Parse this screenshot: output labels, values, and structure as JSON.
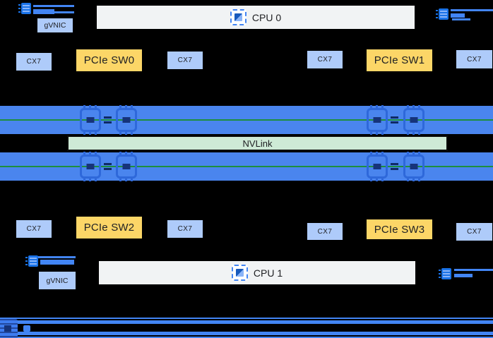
{
  "labels": {
    "cpu0": "CPU 0",
    "cpu1": "CPU 1",
    "nvlink": "NVLink",
    "pcie_sw0": "PCIe SW0",
    "pcie_sw1": "PCIe SW1",
    "pcie_sw2": "PCIe SW2",
    "pcie_sw3": "PCIe SW3",
    "cx7": "CX7",
    "gvnic": "gVNIC"
  },
  "icons": {
    "cpu": "cpu-chip-icon",
    "gpu": "gpu-chip-icon",
    "uplink": "nic-link-icon",
    "bus": "bus-chip-icon"
  },
  "colors": {
    "background": "#000000",
    "nic_box": "#aecbfa",
    "pcie_switch_box": "#fcd667",
    "cpu_box": "#f1f3f4",
    "gpu_bar": "#4a85ee",
    "nvlink_bar": "#ceead6",
    "nvlink_rail": "#1e8e3e",
    "link_blue": "#4285f4",
    "text": "#202124"
  }
}
